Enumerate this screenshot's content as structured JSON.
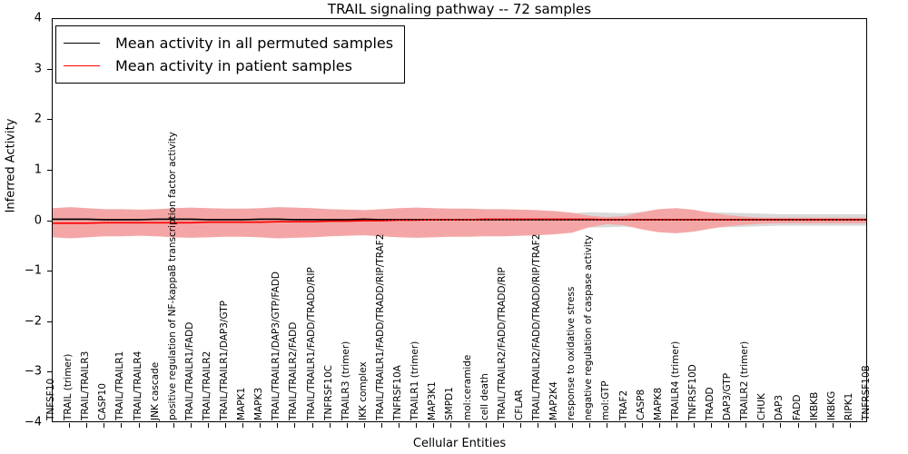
{
  "chart_data": {
    "type": "line",
    "title": "TRAIL signaling pathway -- 72 samples",
    "xlabel": "Cellular Entities",
    "ylabel": "Inferred Activity",
    "ylim": [
      -4,
      4
    ],
    "yticks": [
      -4,
      -3,
      -2,
      -1,
      0,
      1,
      2,
      3,
      4
    ],
    "ytick_labels": [
      "-4",
      "-3",
      "-2",
      "-1",
      "0",
      "1",
      "2",
      "3",
      "4"
    ],
    "grid": false,
    "legend_position": "upper left",
    "legend": [
      {
        "label": "Mean activity in all permuted samples",
        "color": "#000000"
      },
      {
        "label": "Mean activity in patient samples",
        "color": "#ff0000"
      }
    ],
    "categories": [
      "TNFSF10",
      "TRAIL (trimer)",
      "TRAIL/TRAILR3",
      "CASP10",
      "TRAIL/TRAILR1",
      "TRAIL/TRAILR4",
      "JNK cascade",
      "positive regulation of NF-kappaB transcription factor activity",
      "TRAIL/TRAILR1/FADD",
      "TRAIL/TRAILR2",
      "TRAIL/TRAILR1/DAP3/GTP",
      "MAPK1",
      "MAPK3",
      "TRAIL/TRAILR1/DAP3/GTP/FADD",
      "TRAIL/TRAILR2/FADD",
      "TRAIL/TRAILR1/FADD/TRADD/RIP",
      "TNFRSF10C",
      "TRAILR3 (trimer)",
      "IKK complex",
      "TRAIL/TRAILR1/FADD/TRADD/RIP/TRAF2",
      "TNFRSF10A",
      "TRAILR1 (trimer)",
      "MAP3K1",
      "SMPD1",
      "mol:ceramide",
      "cell death",
      "TRAIL/TRAILR2/FADD/TRADD/RIP",
      "CFLAR",
      "TRAIL/TRAILR2/FADD/TRADD/RIP/TRAF2",
      "MAP2K4",
      "response to oxidative stress",
      "negative regulation of caspase activity",
      "mol:GTP",
      "TRAF2",
      "CASP8",
      "MAPK8",
      "TRAILR4 (trimer)",
      "TNFRSF10D",
      "TRADD",
      "DAP3/GTP",
      "TRAILR2 (trimer)",
      "CHUK",
      "DAP3",
      "FADD",
      "IKBKB",
      "IKBKG",
      "RIPK1",
      "TNFRSF10B"
    ],
    "series": [
      {
        "name": "Mean activity in all permuted samples",
        "color": "#000000",
        "band_color": "#d9d9d9",
        "values": [
          0.02,
          0.02,
          0.02,
          0.01,
          0.01,
          0.01,
          0.02,
          0.02,
          0.02,
          0.01,
          0.01,
          0.01,
          0.02,
          0.02,
          0.01,
          0.01,
          0.01,
          0.01,
          0.02,
          0.01,
          0.01,
          0.01,
          0.01,
          0.01,
          0.01,
          0.01,
          0.01,
          0.01,
          0.01,
          0.01,
          0.01,
          0.01,
          0.01,
          0.01,
          0.01,
          0.01,
          0.01,
          0.01,
          0.01,
          0.01,
          0.01,
          0.01,
          0.01,
          0.01,
          0.01,
          0.01,
          0.01,
          0.01
        ],
        "band_upper": [
          0.06,
          0.07,
          0.06,
          0.05,
          0.05,
          0.05,
          0.06,
          0.07,
          0.07,
          0.06,
          0.06,
          0.06,
          0.07,
          0.08,
          0.07,
          0.07,
          0.09,
          0.13,
          0.1,
          0.08,
          0.07,
          0.07,
          0.07,
          0.07,
          0.07,
          0.08,
          0.08,
          0.08,
          0.08,
          0.09,
          0.14,
          0.16,
          0.15,
          0.14,
          0.16,
          0.17,
          0.18,
          0.17,
          0.16,
          0.15,
          0.14,
          0.13,
          0.12,
          0.12,
          0.12,
          0.12,
          0.12,
          0.12
        ],
        "band_lower": [
          -0.05,
          -0.06,
          -0.05,
          -0.04,
          -0.04,
          -0.04,
          -0.05,
          -0.06,
          -0.06,
          -0.05,
          -0.05,
          -0.05,
          -0.06,
          -0.07,
          -0.06,
          -0.06,
          -0.08,
          -0.12,
          -0.09,
          -0.07,
          -0.06,
          -0.06,
          -0.06,
          -0.06,
          -0.06,
          -0.07,
          -0.07,
          -0.07,
          -0.07,
          -0.08,
          -0.13,
          -0.15,
          -0.14,
          -0.13,
          -0.15,
          -0.16,
          -0.17,
          -0.16,
          -0.15,
          -0.14,
          -0.13,
          -0.12,
          -0.11,
          -0.11,
          -0.11,
          -0.11,
          -0.11,
          -0.11
        ]
      },
      {
        "name": "Mean activity in patient samples",
        "color": "#ff0000",
        "band_color": "#f4a6a6",
        "values": [
          -0.06,
          -0.06,
          -0.06,
          -0.05,
          -0.05,
          -0.05,
          -0.05,
          -0.05,
          -0.05,
          -0.04,
          -0.04,
          -0.04,
          -0.04,
          -0.03,
          -0.03,
          -0.03,
          -0.02,
          -0.02,
          -0.01,
          -0.01,
          0.0,
          0.0,
          0.01,
          0.01,
          0.01,
          0.02,
          0.02,
          0.02,
          0.02,
          0.02,
          0.02,
          0.02,
          0.01,
          0.01,
          0.01,
          0.01,
          0.01,
          0.01,
          0.01,
          0.01,
          0.01,
          0.01,
          0.01,
          0.01,
          0.01,
          0.01,
          0.01,
          0.01
        ],
        "band_upper": [
          0.24,
          0.26,
          0.24,
          0.22,
          0.22,
          0.21,
          0.22,
          0.24,
          0.25,
          0.24,
          0.23,
          0.23,
          0.24,
          0.26,
          0.25,
          0.24,
          0.22,
          0.21,
          0.2,
          0.22,
          0.24,
          0.25,
          0.24,
          0.23,
          0.23,
          0.22,
          0.22,
          0.21,
          0.2,
          0.18,
          0.15,
          0.09,
          0.06,
          0.08,
          0.16,
          0.22,
          0.24,
          0.21,
          0.15,
          0.1,
          0.07,
          0.05,
          0.05,
          0.05,
          0.05,
          0.05,
          0.05,
          0.05
        ],
        "band_lower": [
          -0.34,
          -0.36,
          -0.34,
          -0.32,
          -0.32,
          -0.31,
          -0.32,
          -0.34,
          -0.35,
          -0.34,
          -0.33,
          -0.33,
          -0.34,
          -0.36,
          -0.35,
          -0.34,
          -0.32,
          -0.31,
          -0.3,
          -0.32,
          -0.34,
          -0.35,
          -0.34,
          -0.33,
          -0.33,
          -0.32,
          -0.32,
          -0.31,
          -0.3,
          -0.28,
          -0.25,
          -0.14,
          -0.08,
          -0.1,
          -0.18,
          -0.24,
          -0.26,
          -0.23,
          -0.17,
          -0.12,
          -0.09,
          -0.07,
          -0.06,
          -0.06,
          -0.06,
          -0.06,
          -0.06,
          -0.06
        ]
      }
    ]
  }
}
